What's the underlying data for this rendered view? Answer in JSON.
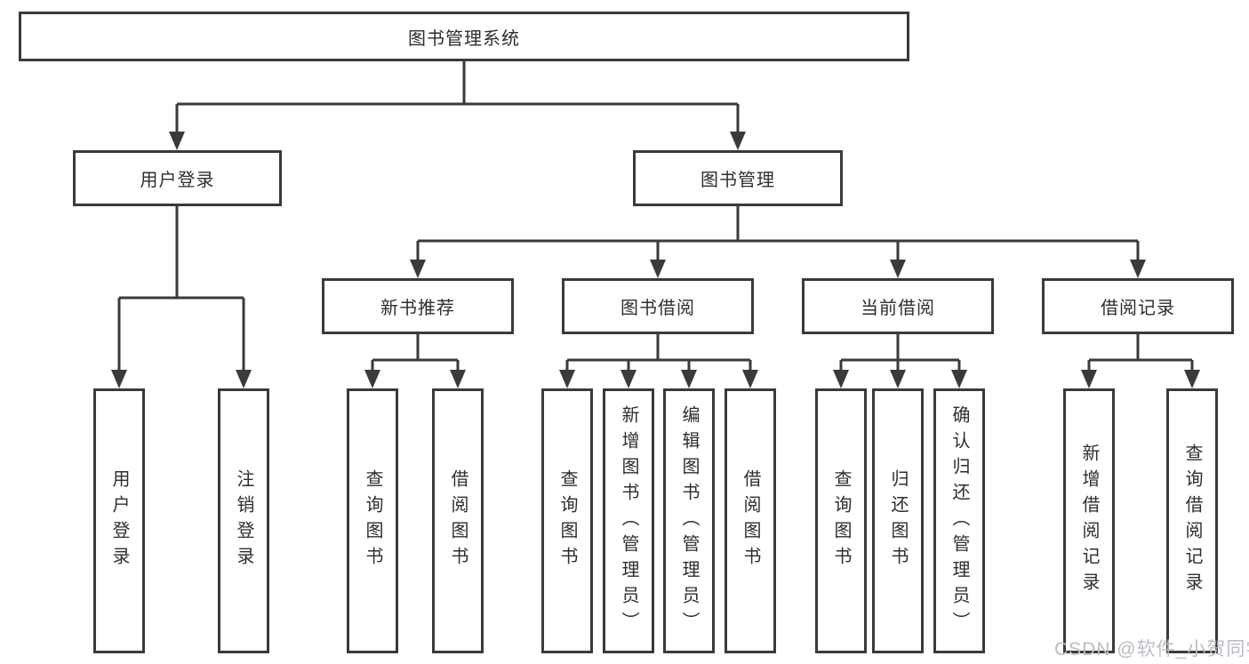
{
  "diagram": {
    "type": "hierarchy",
    "root": "图书管理系统",
    "branches": [
      {
        "label": "用户登录",
        "children": [
          "用户登录",
          "注销登录"
        ]
      },
      {
        "label": "图书管理",
        "children": [
          {
            "label": "新书推荐",
            "children": [
              "查询图书",
              "借阅图书"
            ]
          },
          {
            "label": "图书借阅",
            "children": [
              "查询图书",
              "新增图书（管理员）",
              "编辑图书（管理员）",
              "借阅图书"
            ]
          },
          {
            "label": "当前借阅",
            "children": [
              "查询图书",
              "归还图书",
              "确认归还（管理员）"
            ]
          },
          {
            "label": "借阅记录",
            "children": [
              "新增借阅记录",
              "查询借阅记录"
            ]
          }
        ]
      }
    ]
  },
  "watermark": "CSDN @软件_小贺同学",
  "colors": {
    "line": "#3a3a3a",
    "text": "#2e2e2e",
    "watermark": "#b9bdc3",
    "background": "#ffffff"
  }
}
